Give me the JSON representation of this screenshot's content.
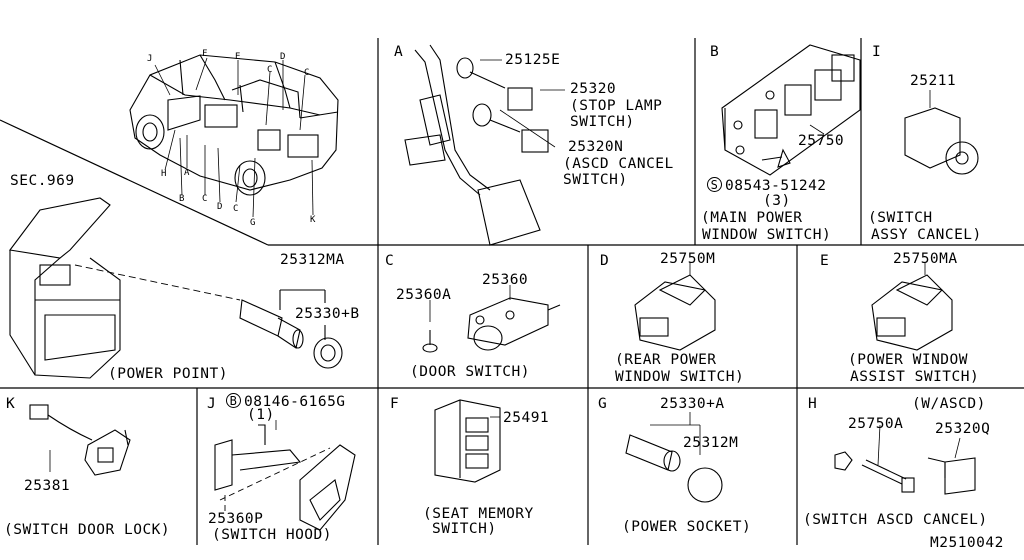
{
  "sheet_id": "M2510042",
  "panel_vehicle": {
    "sec_ref": "SEC.969",
    "location_letters": [
      "J",
      "F",
      "E",
      "D",
      "C",
      "C",
      "H",
      "A",
      "B",
      "C",
      "D",
      "C",
      "G",
      "K"
    ]
  },
  "panel_power_point": {
    "parts": [
      "25312MA",
      "25330+B"
    ],
    "caption": "(POWER POINT)"
  },
  "panel_A": {
    "letter": "A",
    "part1": "25125E",
    "part2": "25320",
    "part2_desc1": "(STOP LAMP",
    "part2_desc2": "SWITCH)",
    "part3": "25320N",
    "part3_desc1": "(ASCD CANCEL",
    "part3_desc2": "SWITCH)"
  },
  "panel_B": {
    "letter": "B",
    "part": "25750",
    "bolt_symbol": "S",
    "bolt_part": "08543-51242",
    "bolt_qty": "(3)",
    "caption1": "(MAIN POWER",
    "caption2": "WINDOW SWITCH)"
  },
  "panel_I": {
    "letter": "I",
    "part": "25211",
    "caption1": "(SWITCH",
    "caption2": "ASSY CANCEL)"
  },
  "panel_C": {
    "letter": "C",
    "part1": "25360A",
    "part2": "25360",
    "caption": "(DOOR SWITCH)"
  },
  "panel_D": {
    "letter": "D",
    "part": "25750M",
    "caption1": "(REAR POWER",
    "caption2": "WINDOW SWITCH)"
  },
  "panel_E": {
    "letter": "E",
    "part": "25750MA",
    "caption1": "(POWER WINDOW",
    "caption2": "ASSIST SWITCH)"
  },
  "panel_K": {
    "letter": "K",
    "part": "25381",
    "caption": "(SWITCH DOOR LOCK)"
  },
  "panel_J": {
    "letter": "J",
    "bolt_symbol": "B",
    "bolt_part": "08146-6165G",
    "bolt_qty": "(1)",
    "part": "25360P",
    "caption": "(SWITCH HOOD)"
  },
  "panel_F": {
    "letter": "F",
    "part": "25491",
    "caption1": "(SEAT MEMORY",
    "caption2": "SWITCH)"
  },
  "panel_G": {
    "letter": "G",
    "part1": "25330+A",
    "part2": "25312M",
    "caption": "(POWER SOCKET)"
  },
  "panel_H": {
    "letter": "H",
    "variant": "(W/ASCD)",
    "part1": "25750A",
    "part2": "25320Q",
    "caption": "(SWITCH ASCD CANCEL)"
  }
}
